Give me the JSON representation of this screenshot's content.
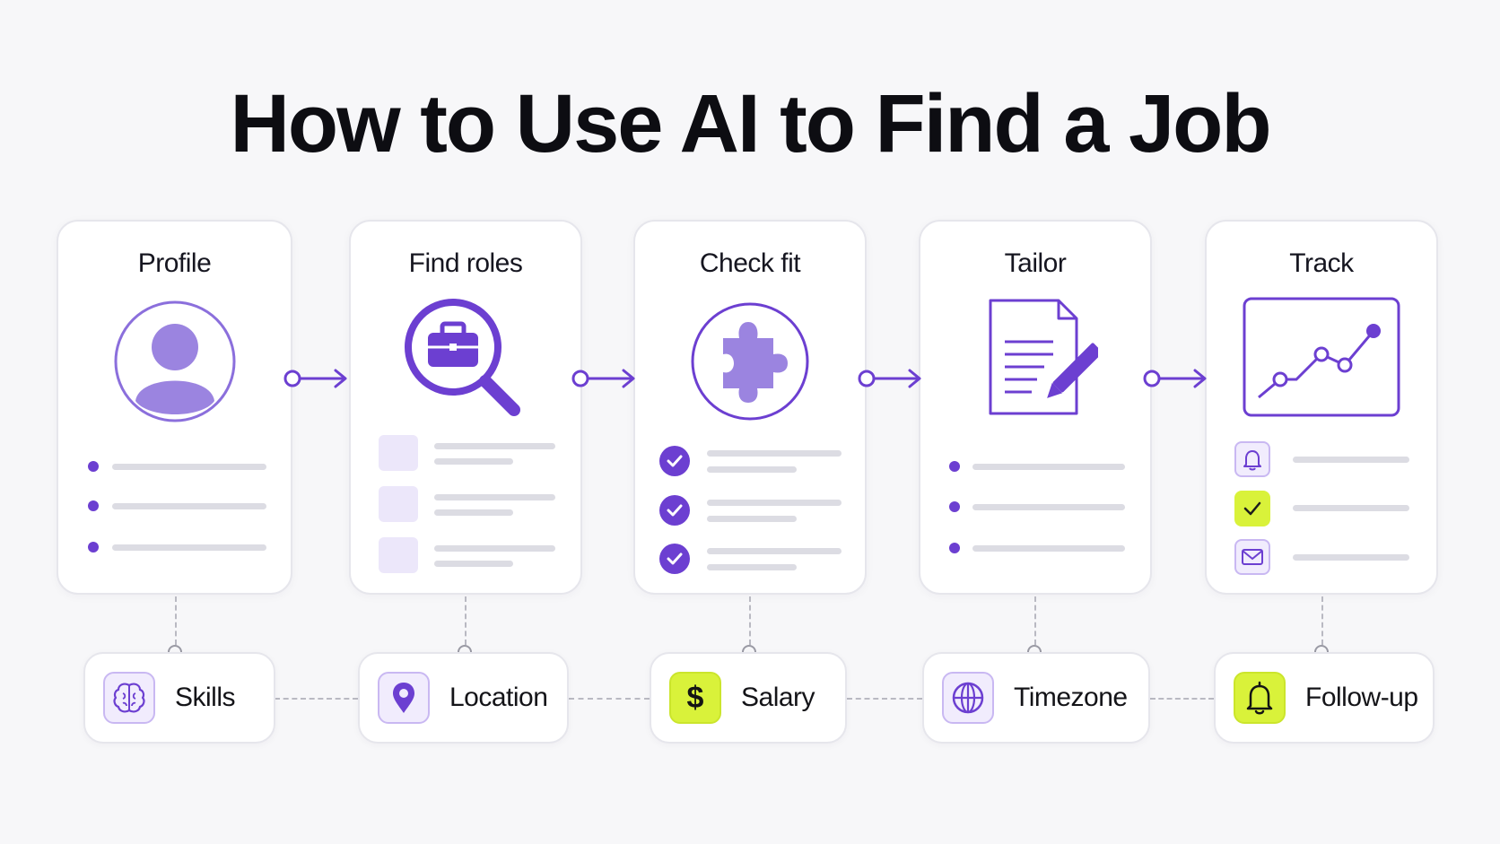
{
  "title": "How to Use AI to Find a Job",
  "colors": {
    "accent": "#6c3fd1",
    "accent_light": "#9b84e0",
    "lime": "#d9f23a",
    "line": "#dcdce3"
  },
  "steps": [
    {
      "label": "Profile",
      "icon": "user-icon"
    },
    {
      "label": "Find roles",
      "icon": "briefcase-search-icon"
    },
    {
      "label": "Check fit",
      "icon": "puzzle-icon"
    },
    {
      "label": "Tailor",
      "icon": "document-edit-icon"
    },
    {
      "label": "Track",
      "icon": "trend-chart-icon"
    }
  ],
  "track_items": [
    "bell-icon",
    "check-icon",
    "mail-icon"
  ],
  "factors": [
    {
      "label": "Skills",
      "icon": "brain-icon"
    },
    {
      "label": "Location",
      "icon": "location-pin-icon"
    },
    {
      "label": "Salary",
      "icon": "dollar-icon"
    },
    {
      "label": "Timezone",
      "icon": "globe-icon"
    },
    {
      "label": "Follow-up",
      "icon": "bell-icon"
    }
  ]
}
